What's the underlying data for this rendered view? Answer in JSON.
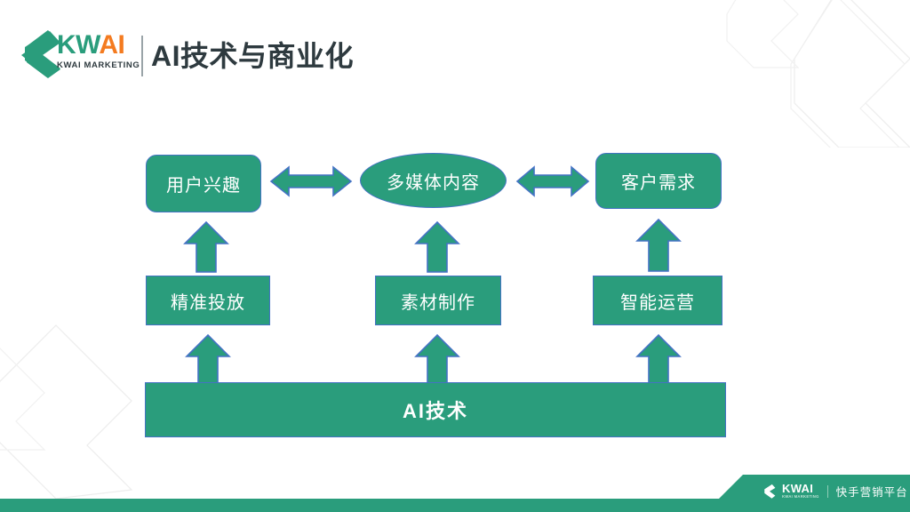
{
  "header": {
    "logo": {
      "mark": "kwai-chevron-logo",
      "word_kw": "KW",
      "word_ai": "AI",
      "subtitle": "KWAI MARKETING"
    },
    "title": "AI技术与商业化"
  },
  "colors": {
    "brand_green": "#2A9D7C",
    "brand_orange": "#F47B20",
    "outline_blue": "#4472C4",
    "title_dark": "#2E3A3F",
    "watermark": "#ececec"
  },
  "diagram": {
    "top_row": [
      {
        "id": "user-interest",
        "label": "用户兴趣",
        "shape": "rounded-rect"
      },
      {
        "id": "multimedia-content",
        "label": "多媒体内容",
        "shape": "ellipse"
      },
      {
        "id": "customer-demand",
        "label": "客户需求",
        "shape": "rounded-rect"
      }
    ],
    "middle_row": [
      {
        "id": "precise-delivery",
        "label": "精准投放",
        "shape": "rect"
      },
      {
        "id": "material-production",
        "label": "素材制作",
        "shape": "rect"
      },
      {
        "id": "smart-operation",
        "label": "智能运营",
        "shape": "rect"
      }
    ],
    "foundation": {
      "id": "ai-technology",
      "label": "AI技术",
      "shape": "bar"
    },
    "connectors": [
      {
        "id": "interest-to-content",
        "type": "double-horizontal-arrow"
      },
      {
        "id": "content-to-demand",
        "type": "double-horizontal-arrow"
      },
      {
        "id": "delivery-to-interest",
        "type": "up-arrow"
      },
      {
        "id": "production-to-content",
        "type": "up-arrow"
      },
      {
        "id": "operation-to-demand",
        "type": "up-arrow"
      },
      {
        "id": "ai-to-delivery",
        "type": "up-arrow"
      },
      {
        "id": "ai-to-production",
        "type": "up-arrow"
      },
      {
        "id": "ai-to-operation",
        "type": "up-arrow"
      }
    ]
  },
  "footer": {
    "kwai": "KWAI",
    "kwai_sub": "KWAI MARKETING",
    "tagline": "快手营销平台"
  }
}
